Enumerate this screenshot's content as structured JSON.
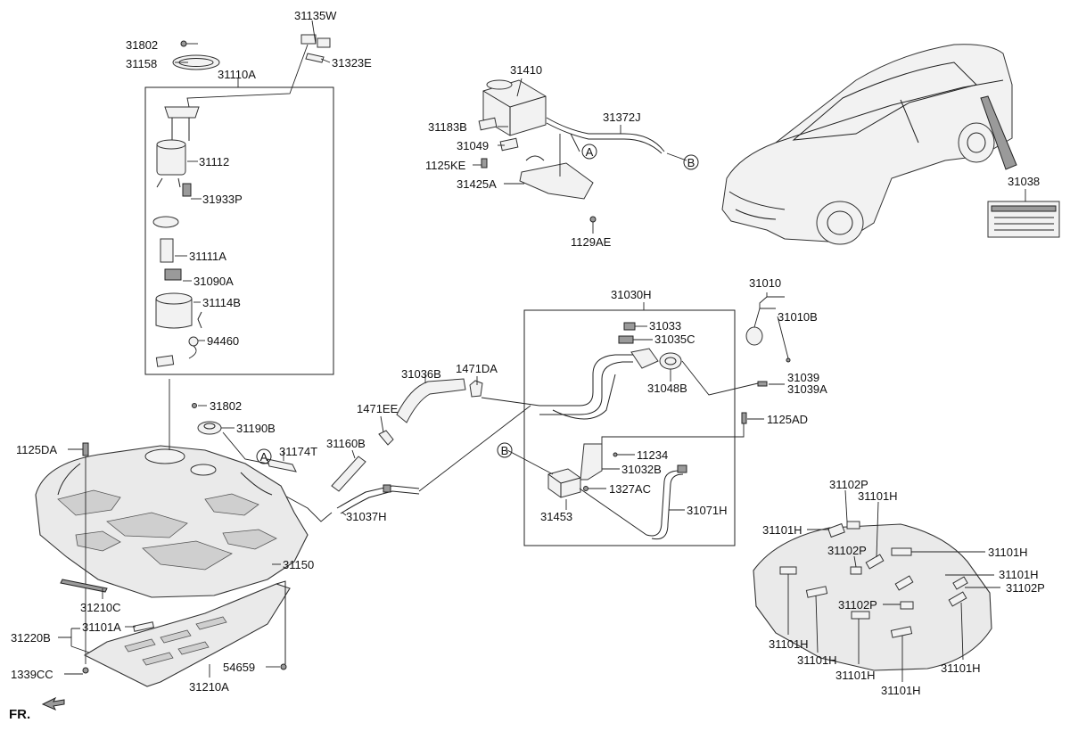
{
  "diagram": {
    "front_indicator": "FR.",
    "callouts": [
      "A",
      "B"
    ],
    "part_labels": {
      "p31802_top": "31802",
      "p31158": "31158",
      "p31110A": "31110A",
      "p31135W": "31135W",
      "p31323E": "31323E",
      "p31112": "31112",
      "p31933P": "31933P",
      "p31111A": "31111A",
      "p31090A": "31090A",
      "p31114B": "31114B",
      "p94460": "94460",
      "p31410": "31410",
      "p31372J": "31372J",
      "p31183B": "31183B",
      "p31049": "31049",
      "p1125KE": "1125KE",
      "p31425A": "31425A",
      "p1129AE": "1129AE",
      "p31038": "31038",
      "p31030H": "31030H",
      "p31010": "31010",
      "p31010B": "31010B",
      "p31033": "31033",
      "p31035C": "31035C",
      "p31048B": "31048B",
      "p31039": "31039",
      "p31039A": "31039A",
      "p1125AD": "1125AD",
      "p11234": "11234",
      "p31032B": "31032B",
      "p1327AC": "1327AC",
      "p31453": "31453",
      "p31071H": "31071H",
      "p31036B": "31036B",
      "p1471DA": "1471DA",
      "p1471EE": "1471EE",
      "p31160B": "31160B",
      "p31037H": "31037H",
      "p31802_mid": "31802",
      "p31190B": "31190B",
      "p31174T": "31174T",
      "p1125DA": "1125DA",
      "p31150": "31150",
      "p31210C": "31210C",
      "p31220B": "31220B",
      "p31101A": "31101A",
      "p1339CC": "1339CC",
      "p54659": "54659",
      "p31210A": "31210A",
      "q31102P_a": "31102P",
      "q31101H_a": "31101H",
      "q31101H_b": "31101H",
      "q31102P_b": "31102P",
      "q31101H_c": "31101H",
      "q31101H_d": "31101H",
      "q31102P_c": "31102P",
      "q31102P_d": "31102P",
      "q31101H_e": "31101H",
      "q31101H_f": "31101H",
      "q31101H_g": "31101H",
      "q31101H_h": "31101H",
      "q31101H_i": "31101H"
    }
  }
}
